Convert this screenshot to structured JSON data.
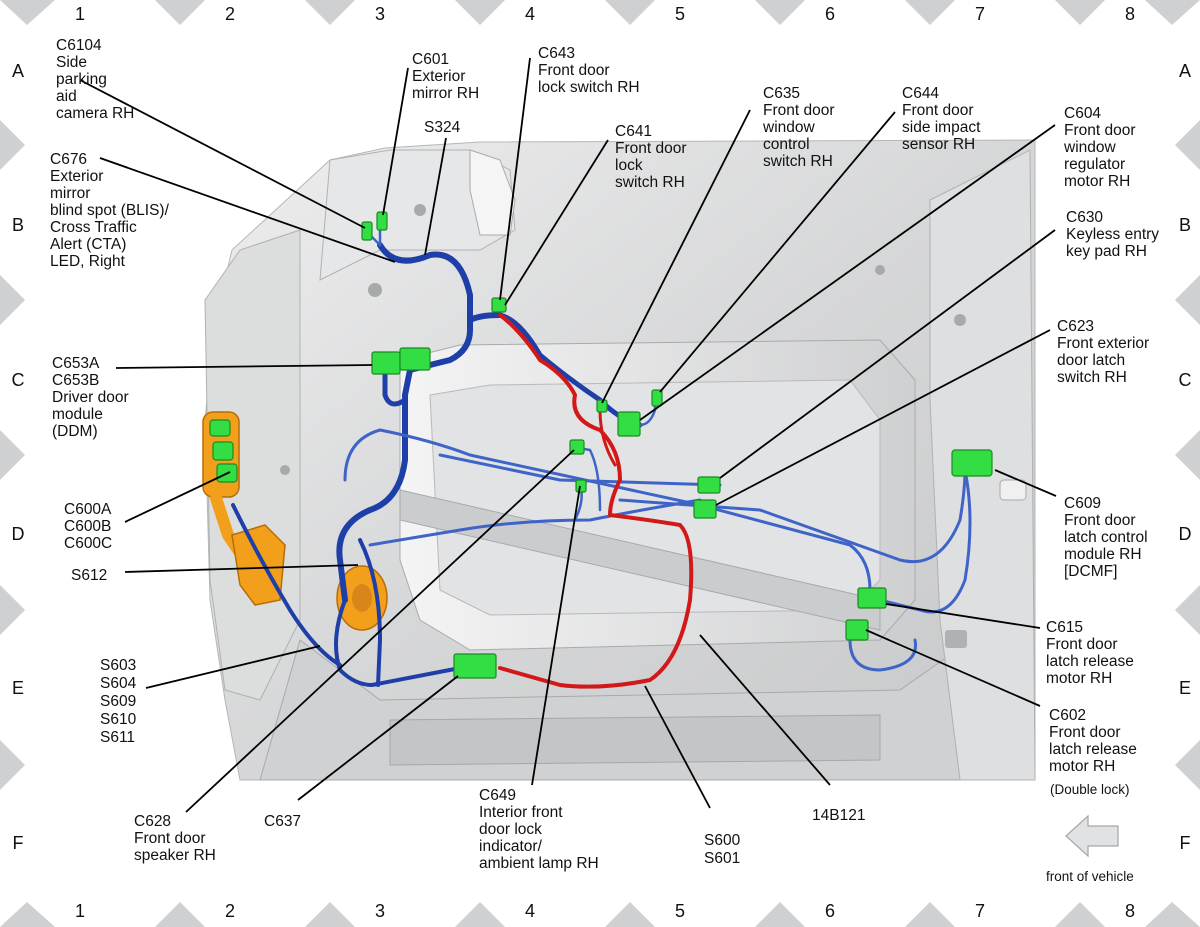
{
  "grid": {
    "columns": [
      "1",
      "2",
      "3",
      "4",
      "5",
      "6",
      "7",
      "8"
    ],
    "rows": [
      "A",
      "B",
      "C",
      "D",
      "E",
      "F"
    ]
  },
  "labels": {
    "c6104": [
      "C6104",
      "Side",
      "parking",
      "aid",
      "camera RH"
    ],
    "c676": [
      "C676",
      "Exterior",
      "mirror",
      "blind spot (BLIS)/",
      "Cross Traffic",
      "Alert (CTA)",
      "LED, Right"
    ],
    "c601": [
      "C601",
      "Exterior",
      "mirror RH"
    ],
    "s324": [
      "S324"
    ],
    "c643": [
      "C643",
      "Front door",
      "lock switch RH"
    ],
    "c641": [
      "C641",
      "Front door",
      "lock",
      "switch RH"
    ],
    "c635": [
      "C635",
      "Front door",
      "window",
      "control",
      "switch RH"
    ],
    "c644": [
      "C644",
      "Front door",
      "side impact",
      "sensor RH"
    ],
    "c604": [
      "C604",
      "Front door",
      "window",
      "regulator",
      "motor RH"
    ],
    "c630": [
      "C630",
      "Keyless entry",
      "key pad RH"
    ],
    "c623": [
      "C623",
      "Front exterior",
      "door latch",
      "switch RH"
    ],
    "c653": [
      "C653A",
      "C653B",
      "Driver door",
      "module",
      "(DDM)"
    ],
    "c600": [
      "C600A",
      "C600B",
      "C600C"
    ],
    "s612": [
      "S612"
    ],
    "s603": [
      "S603",
      "S604",
      "S609",
      "S610",
      "S611"
    ],
    "c609": [
      "C609",
      "Front door",
      "latch control",
      "module RH",
      "[DCMF]"
    ],
    "c615": [
      "C615",
      "Front door",
      "latch release",
      "motor RH"
    ],
    "c602": [
      "C602",
      "Front door",
      "latch release",
      "motor RH"
    ],
    "c602_note": "(Double lock)",
    "c628": [
      "C628",
      "Front door",
      "speaker RH"
    ],
    "c637": [
      "C637"
    ],
    "c649": [
      "C649",
      "Interior front",
      "door lock",
      "indicator/",
      "ambient lamp RH"
    ],
    "s600": [
      "S600",
      "S601"
    ],
    "harness": [
      "14B121"
    ]
  },
  "legend": {
    "front_of_vehicle": "front of vehicle",
    "arrow_icon": "left-arrow-icon"
  },
  "colors": {
    "harness_main": "#1f3fa8",
    "harness_branch": "#3f64c8",
    "harness_red": "#d21818",
    "connector": "#33dd44",
    "module_orange": "#f2a01c",
    "door_panel": "#d9dadb"
  }
}
